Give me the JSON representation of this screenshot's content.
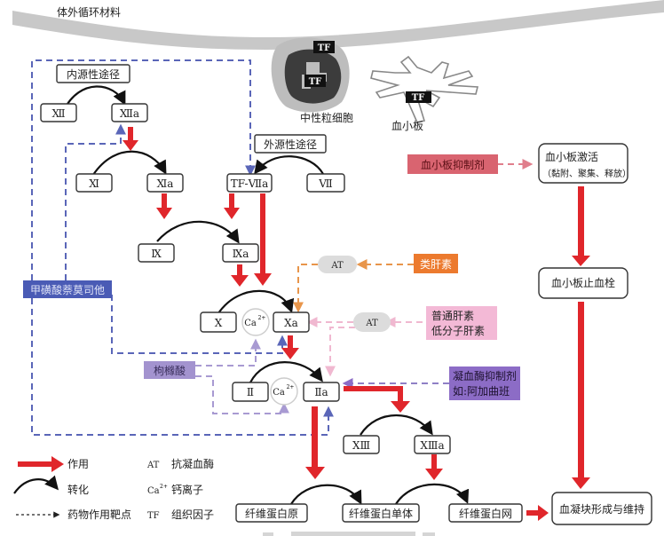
{
  "header": {
    "material_label": "体外循环材料"
  },
  "cells": {
    "neutrophil": {
      "label": "中性粒细胞",
      "tf_tags": [
        "TF",
        "TF"
      ]
    },
    "platelet": {
      "label": "血小板",
      "tf_tag": "TF"
    }
  },
  "pathways": {
    "intrinsic": "内源性途径",
    "extrinsic": "外源性途径"
  },
  "factors": {
    "f12": "Ⅻ",
    "f12a": "Ⅻa",
    "f11": "Ⅺ",
    "f11a": "Ⅺa",
    "tf7a": "TF-Ⅶa",
    "f7": "Ⅶ",
    "f9": "Ⅸ",
    "f9a": "Ⅸa",
    "f10": "Ⅹ",
    "f10a": "Ⅹa",
    "f2": "Ⅱ",
    "f2a": "Ⅱa",
    "f13": "ⅩⅢ",
    "f13a": "ⅩⅢa",
    "ca_base": "Ca",
    "ca_sup": "2+"
  },
  "at_bubbles": [
    "AT",
    "AT"
  ],
  "drugs": {
    "nafamostat": {
      "label": "甲磺酸萘莫司他",
      "color": "#4a5bb5"
    },
    "citrate": {
      "label": "枸橼酸",
      "color": "#a393cf"
    },
    "lmwh_like": {
      "label": "类肝素",
      "color": "#ec7a2e"
    },
    "heparin": {
      "lines": [
        "普通肝素",
        "低分子肝素"
      ],
      "color": "#f3b9d6"
    },
    "thrombin_inhibitor": {
      "lines": [
        "凝血酶抑制剂",
        "如:阿加曲班"
      ],
      "color": "#8c6cc6"
    },
    "antiplatelet": {
      "label": "血小板抑制剂",
      "color": "#d96470"
    }
  },
  "platelet_path": {
    "activation": {
      "title": "血小板激活",
      "detail": "（黏附、聚集、释放）"
    },
    "plug": "血小板止血栓"
  },
  "fibrin": {
    "fibrinogen": "纤维蛋白原",
    "monomer": "纤维蛋白单体",
    "network": "纤维蛋白网",
    "clot": "血凝块形成与维持"
  },
  "legend": {
    "effect": "作用",
    "conversion": "转化",
    "drug_target": "药物作用靶点",
    "abbr": [
      {
        "key": "AT",
        "value": "抗凝血酶"
      },
      {
        "key": "Ca",
        "sup": "2+",
        "value": "钙离子"
      },
      {
        "key": "TF",
        "value": "组织因子"
      }
    ]
  },
  "colors": {
    "action_red": "#e0262b",
    "band_gray": "#c8c8c8",
    "tf_black": "#111111"
  }
}
